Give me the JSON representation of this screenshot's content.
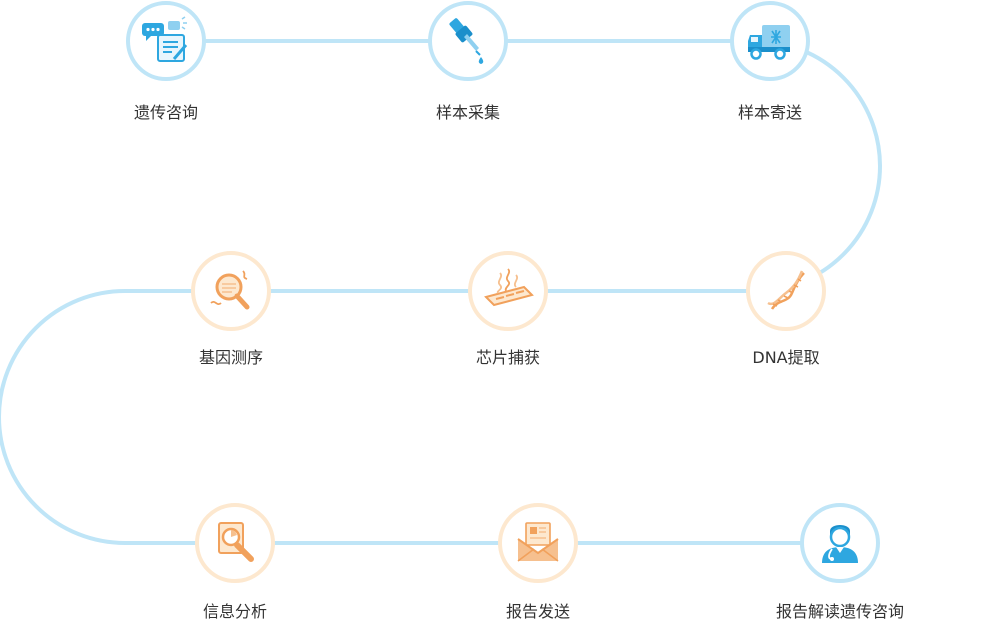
{
  "colors": {
    "track": "#bfe5f7",
    "ring_blue": "#bfe5f7",
    "ring_orange": "#fde8cf",
    "icon_blue": "#2ea7e0",
    "icon_orange": "#f1a15c",
    "label": "#333333"
  },
  "steps": [
    {
      "label": "遗传咨询",
      "icon": "chat-form-icon"
    },
    {
      "label": "样本采集",
      "icon": "dropper-icon"
    },
    {
      "label": "样本寄送",
      "icon": "delivery-truck-icon"
    },
    {
      "label": "DNA提取",
      "icon": "dna-helix-icon"
    },
    {
      "label": "芯片捕获",
      "icon": "chip-slide-icon"
    },
    {
      "label": "基因测序",
      "icon": "magnifier-dna-icon"
    },
    {
      "label": "信息分析",
      "icon": "document-search-icon"
    },
    {
      "label": "报告发送",
      "icon": "envelope-report-icon"
    },
    {
      "label": "报告解读遗传咨询",
      "icon": "doctor-icon"
    }
  ]
}
